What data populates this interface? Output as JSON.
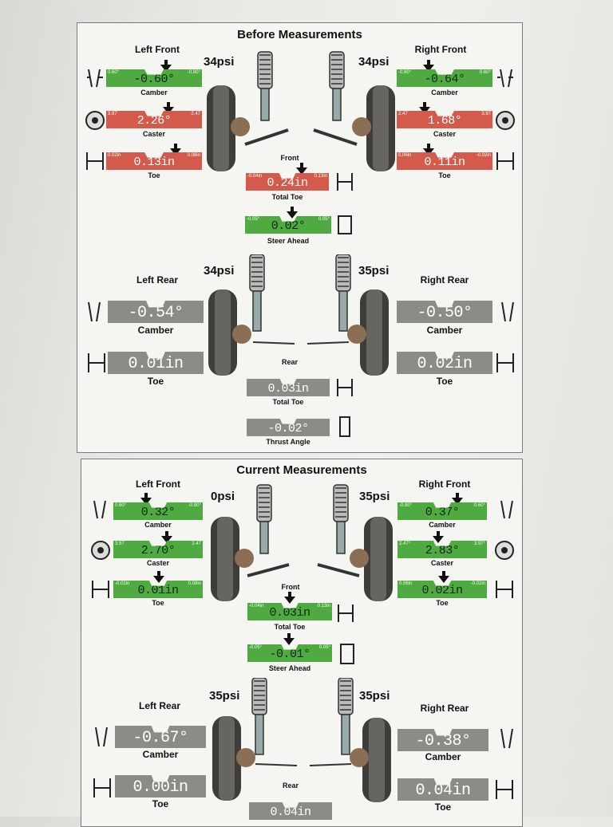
{
  "before": {
    "title": "Before Measurements",
    "left_front": {
      "heading": "Left Front",
      "psi": "34psi",
      "camber": {
        "label": "Camber",
        "value": "-0.60°",
        "min": "0.60°",
        "max": "-0.90°",
        "status": "green"
      },
      "caster": {
        "label": "Caster",
        "value": "2.26°",
        "min": "3.97",
        "max": "2.47",
        "status": "red"
      },
      "toe": {
        "label": "Toe",
        "value": "0.13in",
        "min": "0.02in",
        "max": "0.08in",
        "status": "red"
      }
    },
    "right_front": {
      "heading": "Right Front",
      "psi": "34psi",
      "camber": {
        "label": "Camber",
        "value": "-0.64°",
        "min": "-0.90°",
        "max": "0.60°",
        "status": "green"
      },
      "caster": {
        "label": "Caster",
        "value": "1.68°",
        "min": "2.47",
        "max": "3.97",
        "status": "red"
      },
      "toe": {
        "label": "Toe",
        "value": "0.11in",
        "min": "0.06in",
        "max": "-0.02in",
        "status": "red"
      }
    },
    "front": {
      "label": "Front",
      "total_toe": {
        "label": "Total Toe",
        "value": "0.24in",
        "min": "-0.04in",
        "max": "0.13in",
        "status": "red"
      },
      "steer_ahead": {
        "label": "Steer Ahead",
        "value": "0.02°",
        "min": "-0.05°",
        "max": "0.05°",
        "status": "green"
      }
    },
    "left_rear": {
      "heading": "Left Rear",
      "psi": "34psi",
      "camber": {
        "label": "Camber",
        "value": "-0.54°"
      },
      "toe": {
        "label": "Toe",
        "value": "0.01in"
      }
    },
    "right_rear": {
      "heading": "Right Rear",
      "psi": "35psi",
      "camber": {
        "label": "Camber",
        "value": "-0.50°"
      },
      "toe": {
        "label": "Toe",
        "value": "0.02in"
      }
    },
    "rear": {
      "label": "Rear",
      "total_toe": {
        "label": "Total Toe",
        "value": "0.03in"
      },
      "thrust_angle": {
        "label": "Thrust Angle",
        "value": "-0.02°"
      }
    }
  },
  "current": {
    "title": "Current Measurements",
    "left_front": {
      "heading": "Left Front",
      "psi": "0psi",
      "camber": {
        "label": "Camber",
        "value": "0.32°",
        "min": "0.60°",
        "max": "-0.90°",
        "status": "green"
      },
      "caster": {
        "label": "Caster",
        "value": "2.70°",
        "min": "3.97",
        "max": "2.47",
        "status": "green"
      },
      "toe": {
        "label": "Toe",
        "value": "0.01in",
        "min": "-0.02in",
        "max": "0.08in",
        "status": "green"
      }
    },
    "right_front": {
      "heading": "Right Front",
      "psi": "35psi",
      "camber": {
        "label": "Camber",
        "value": "0.37°",
        "min": "-0.90°",
        "max": "0.60°",
        "status": "green"
      },
      "caster": {
        "label": "Caster",
        "value": "2.83°",
        "min": "2.47°",
        "max": "3.97°",
        "status": "green"
      },
      "toe": {
        "label": "Toe",
        "value": "0.02in",
        "min": "0.06in",
        "max": "-0.02in",
        "status": "green"
      }
    },
    "front": {
      "label": "Front",
      "total_toe": {
        "label": "Total Toe",
        "value": "0.03in",
        "min": "-0.04in",
        "max": "0.13in",
        "status": "green"
      },
      "steer_ahead": {
        "label": "Steer Ahead",
        "value": "-0.01°",
        "min": "-0.05°",
        "max": "0.05°",
        "status": "green"
      }
    },
    "left_rear": {
      "heading": "Left Rear",
      "psi": "35psi",
      "camber": {
        "label": "Camber",
        "value": "-0.67°"
      },
      "toe": {
        "label": "Toe",
        "value": "0.00in"
      }
    },
    "right_rear": {
      "heading": "Right Rear",
      "psi": "35psi",
      "camber": {
        "label": "Camber",
        "value": "-0.38°"
      },
      "toe": {
        "label": "Toe",
        "value": "0.04in"
      }
    },
    "rear": {
      "label": "Rear",
      "total_toe": {
        "value": "0.04in"
      }
    }
  }
}
